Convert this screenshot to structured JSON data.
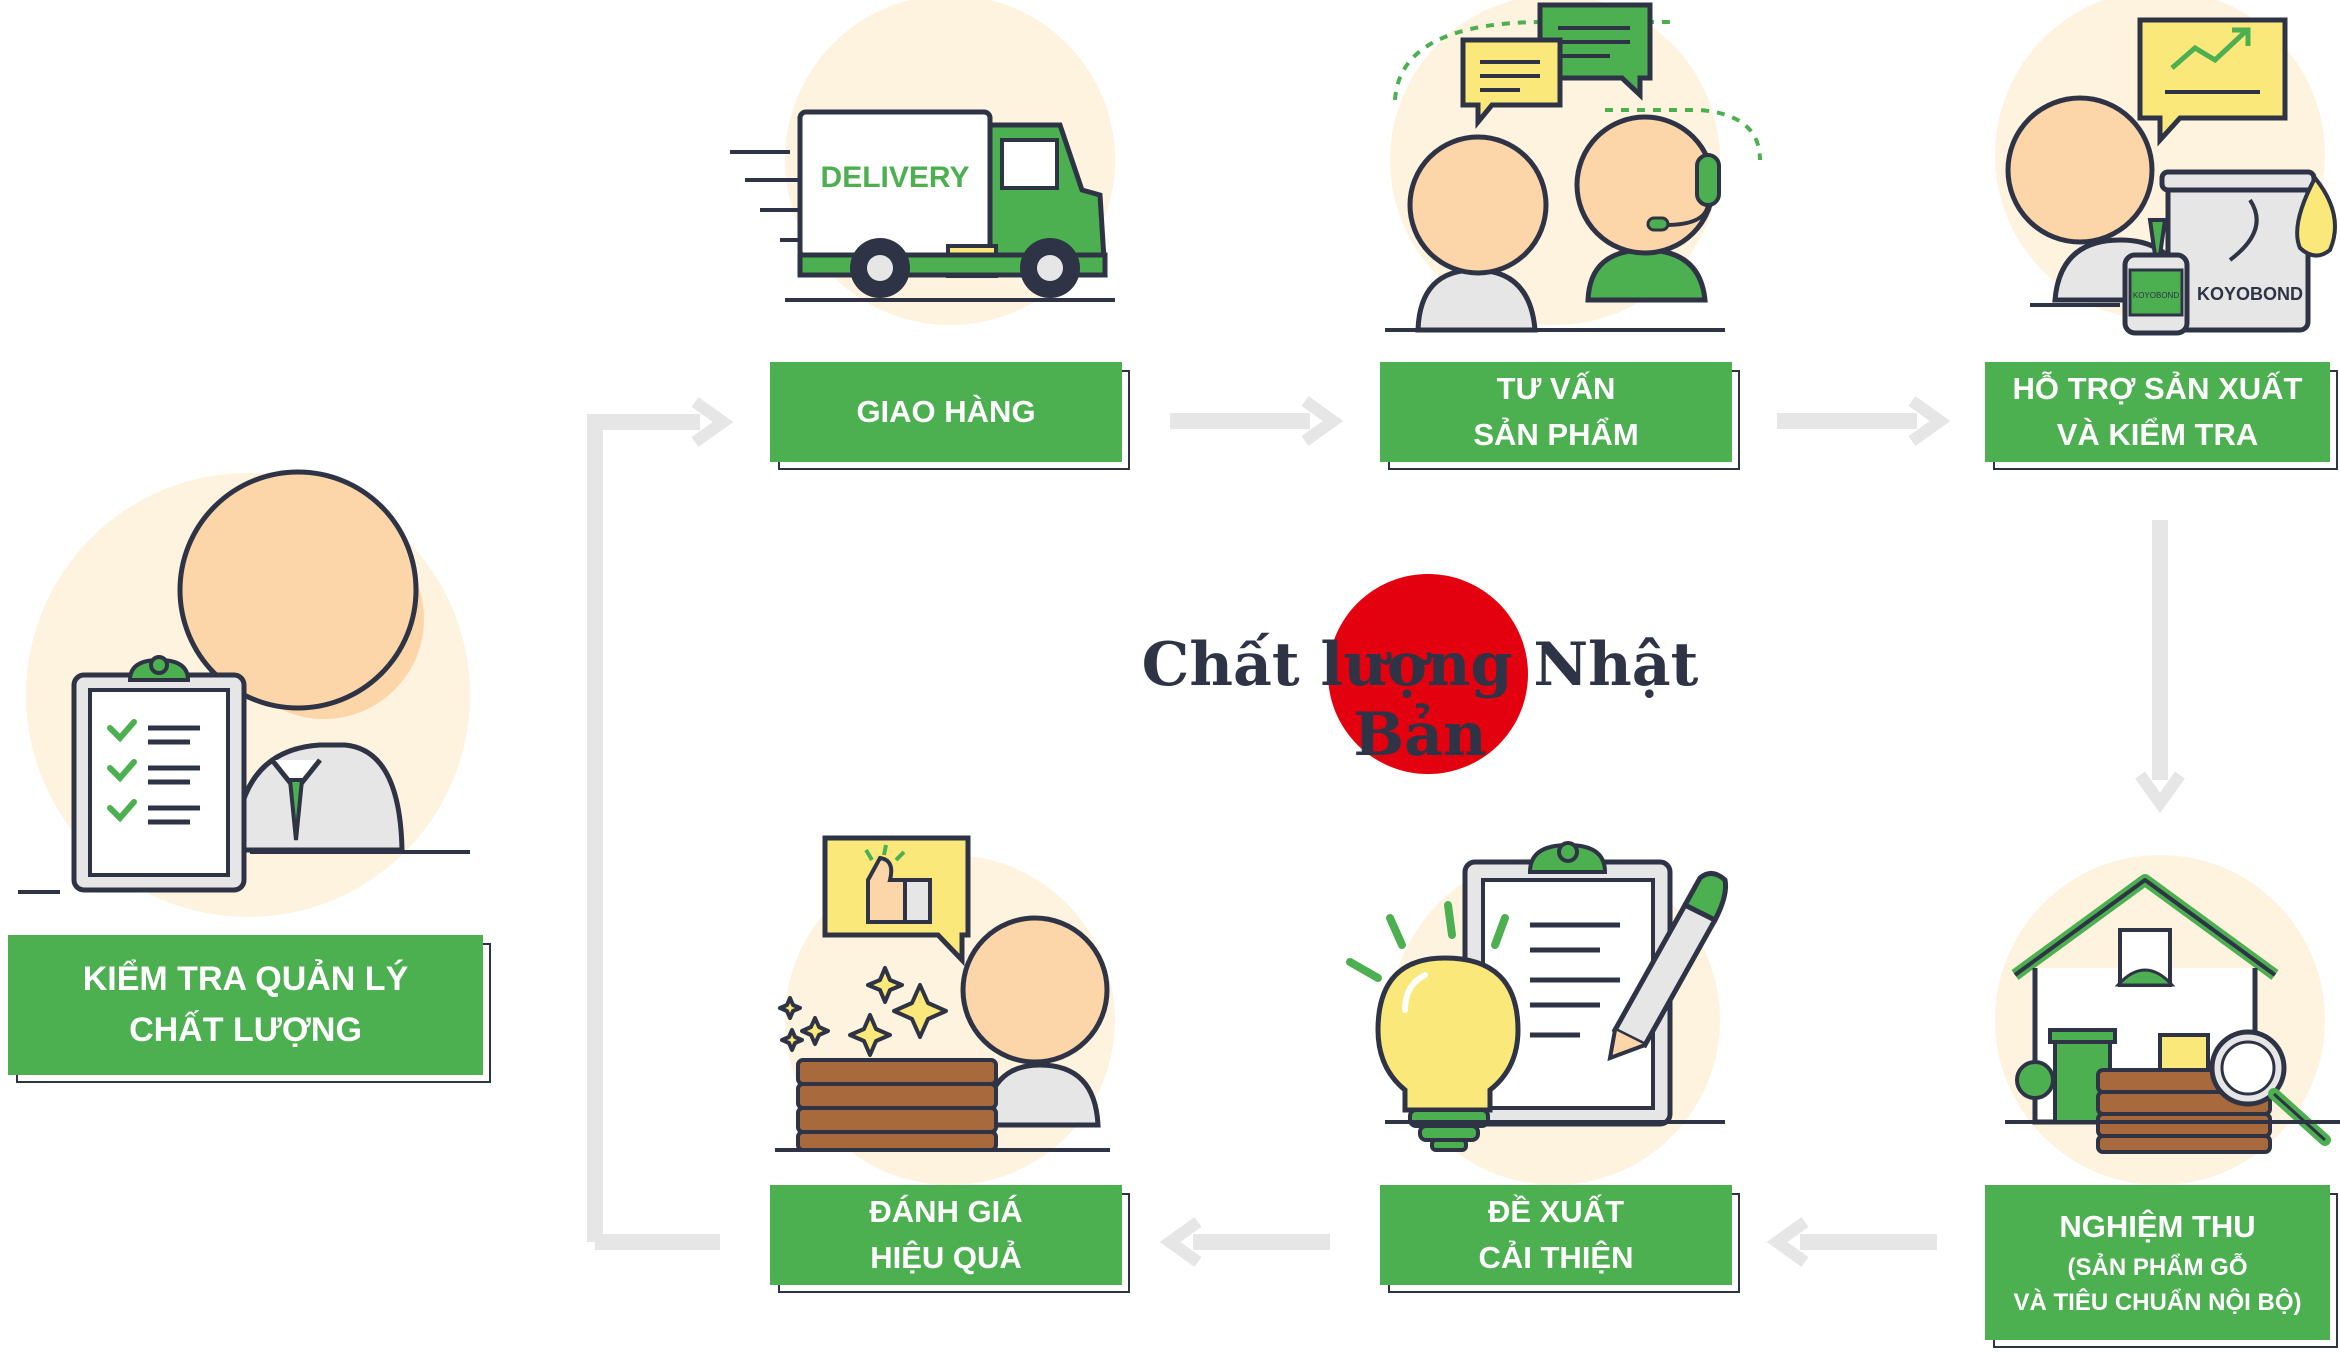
{
  "title": "Chất lượng Nhật Bản",
  "colors": {
    "green": "#4caf50",
    "dark": "#2e3445",
    "skin": "#fcd6a8",
    "beige": "#fdf3df",
    "gray": "#e6e6e6",
    "red": "#e3000f",
    "yellow": "#fbe87a"
  },
  "steps": {
    "qc": {
      "line1": "KIỂM TRA QUẢN LÝ",
      "line2": "CHẤT LƯỢNG"
    },
    "deliver": {
      "line1": "GIAO HÀNG"
    },
    "consult": {
      "line1": "TƯ VẤN",
      "line2": "SẢN PHẨM"
    },
    "support": {
      "line1": "HỖ TRỢ SẢN XUẤT",
      "line2": "VÀ KIỂM TRA"
    },
    "accept": {
      "line1": "NGHIỆM THU",
      "line2": "(SẢN PHẨM GỖ",
      "line3": "VÀ TIÊU CHUẨN NỘI BỘ)"
    },
    "improve": {
      "line1": "ĐỀ XUẤT",
      "line2": "CẢI THIỆN"
    },
    "evaluate": {
      "line1": "ĐÁNH GIÁ",
      "line2": "HIỆU QUẢ"
    }
  },
  "illustration_text": {
    "truck": "DELIVERY",
    "bucket": "KOYOBOND",
    "bottle": "KOYOBOND"
  },
  "icons": [
    "clipboard-checklist-icon",
    "delivery-truck-icon",
    "chat-bubbles-icon",
    "headset-icon",
    "growth-chart-icon",
    "glue-bottle-icon",
    "glue-bucket-icon",
    "house-icon",
    "magnifier-icon",
    "lightbulb-icon",
    "clipboard-pen-icon",
    "thumbs-up-icon",
    "sparkle-icon",
    "wood-planks-icon"
  ]
}
